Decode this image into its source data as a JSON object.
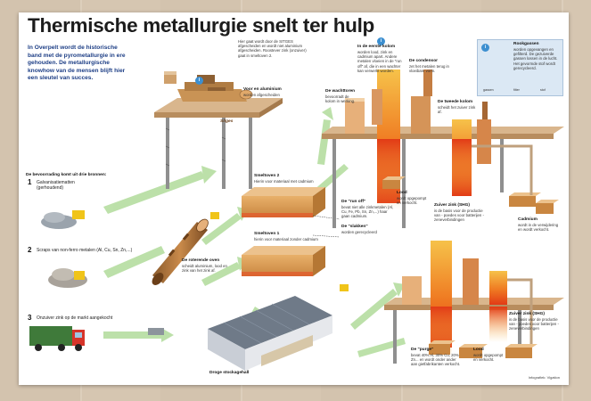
{
  "title": "Thermische metallurgie snelt ter hulp",
  "intro": "In Overpelt wordt de historische band met de pyrometallurgie in ere gehouden. De metallurgische knowhow van de mensen blijft hier een sleutel van succes.",
  "sources": {
    "header": "De bevoorrading komt uit drie bronnen:",
    "items": [
      {
        "num": "1",
        "label": "Galvanisatiematten (gerhoudend)"
      },
      {
        "num": "2",
        "label": "Scraps van non-ferro metalen (Al, Cu, Sn, Zn,...)"
      },
      {
        "num": "3",
        "label": "Onzuiver zink op de markt aangekocht"
      }
    ]
  },
  "labels": {
    "sitges": "Hier gaat wordt door de SITGES afgescheiden en wordt niet aluminium afgescheiden. Roostever zink (onzuiver) gaat in smeltoven 2.",
    "voor_aluminium": "Voor en aluminium",
    "voor_aluminium_sub": "worden afgescheiden",
    "sitges_sign": "Sitges",
    "smeltoven2": "Smeltoven 2",
    "smeltoven2_sub": "Hierin voor materiaal met cadmium",
    "smeltoven1": "Smeltoven 1",
    "smeltoven1_sub": "hierin voor materiaal zonder cadmium",
    "roterende_oven": "De roterende oven",
    "roterende_oven_sub": "scheidt aluminium, lood en zink van het zink af.",
    "run_off": "De \"run off\"",
    "run_off_sub": "bevat niet alle zinkmetalen (Al, Cu, Fe, Pb, Sn, Zn,...) haar gaan cadmium.",
    "slakken": "De \"slakken\"",
    "slakken_sub": "worden gerecycleerd",
    "lood": "Lood",
    "lood_sub": "wordt opgepompt en verkocht.",
    "lood2": "Lood",
    "lood2_sub": "wordt opgepompt en verkocht.",
    "wachttoren": "De wachttoren",
    "wachttoren_sub": "bevoorradt de kolom in werking.",
    "eerste_kolom": "In de eerste kolom",
    "eerste_kolom_sub": "worden lood, zink en cadmium apart. Andere metalen vloeien in de \"run off\" af, die in een wachter kan verwerkt worden.",
    "condensor": "De condensor",
    "condensor_sub": "zet het metalen terug in vloeibare vorm.",
    "tweede_kolom": "De tweede kolom",
    "tweede_kolom_sub": "scheidt het zuiver zink af.",
    "zuiver_zink": "Zuiver zink (SHG)",
    "zuiver_zink_sub": "is de basis voor de productie van - poedes voor batterijen - zeneverbindingen",
    "cadmium": "Cadmium",
    "cadmium_sub": "wordt in de verwijdering en wordt verkocht.",
    "zuiver_zink2": "Zuiver zink (SHG)",
    "zuiver_zink2_sub": "is de basis voor de productie van - poedes voor batterijen - zeneverbindingen",
    "purge": "De \"purge\"",
    "purge_sub": "bevat 40% Al, 30% Cu, 20% Zn... en wordt onder ander aan gietfabrikanten verkocht.",
    "droge_stockage": "Droge stockagehall",
    "rookgassen": "Rookgassen",
    "rookgassen_sub": "worden opgevangen en gefilterd. De gezuiverde gassen lossen in de lucht. Het gevormde stof wordt gerecycleerd.",
    "credit": "Infografiek: Vigation"
  },
  "gas_icons": [
    "gassen",
    "filter",
    "stof"
  ],
  "colors": {
    "title": "#1c1c1c",
    "intro": "#1e3f86",
    "arrow": "#9fd08a",
    "platform": "#caa57b",
    "furnace": "#d39a55",
    "column_hot": "#e64a1a",
    "column_warm": "#f2a43a",
    "icon": "#3c8fd0"
  }
}
